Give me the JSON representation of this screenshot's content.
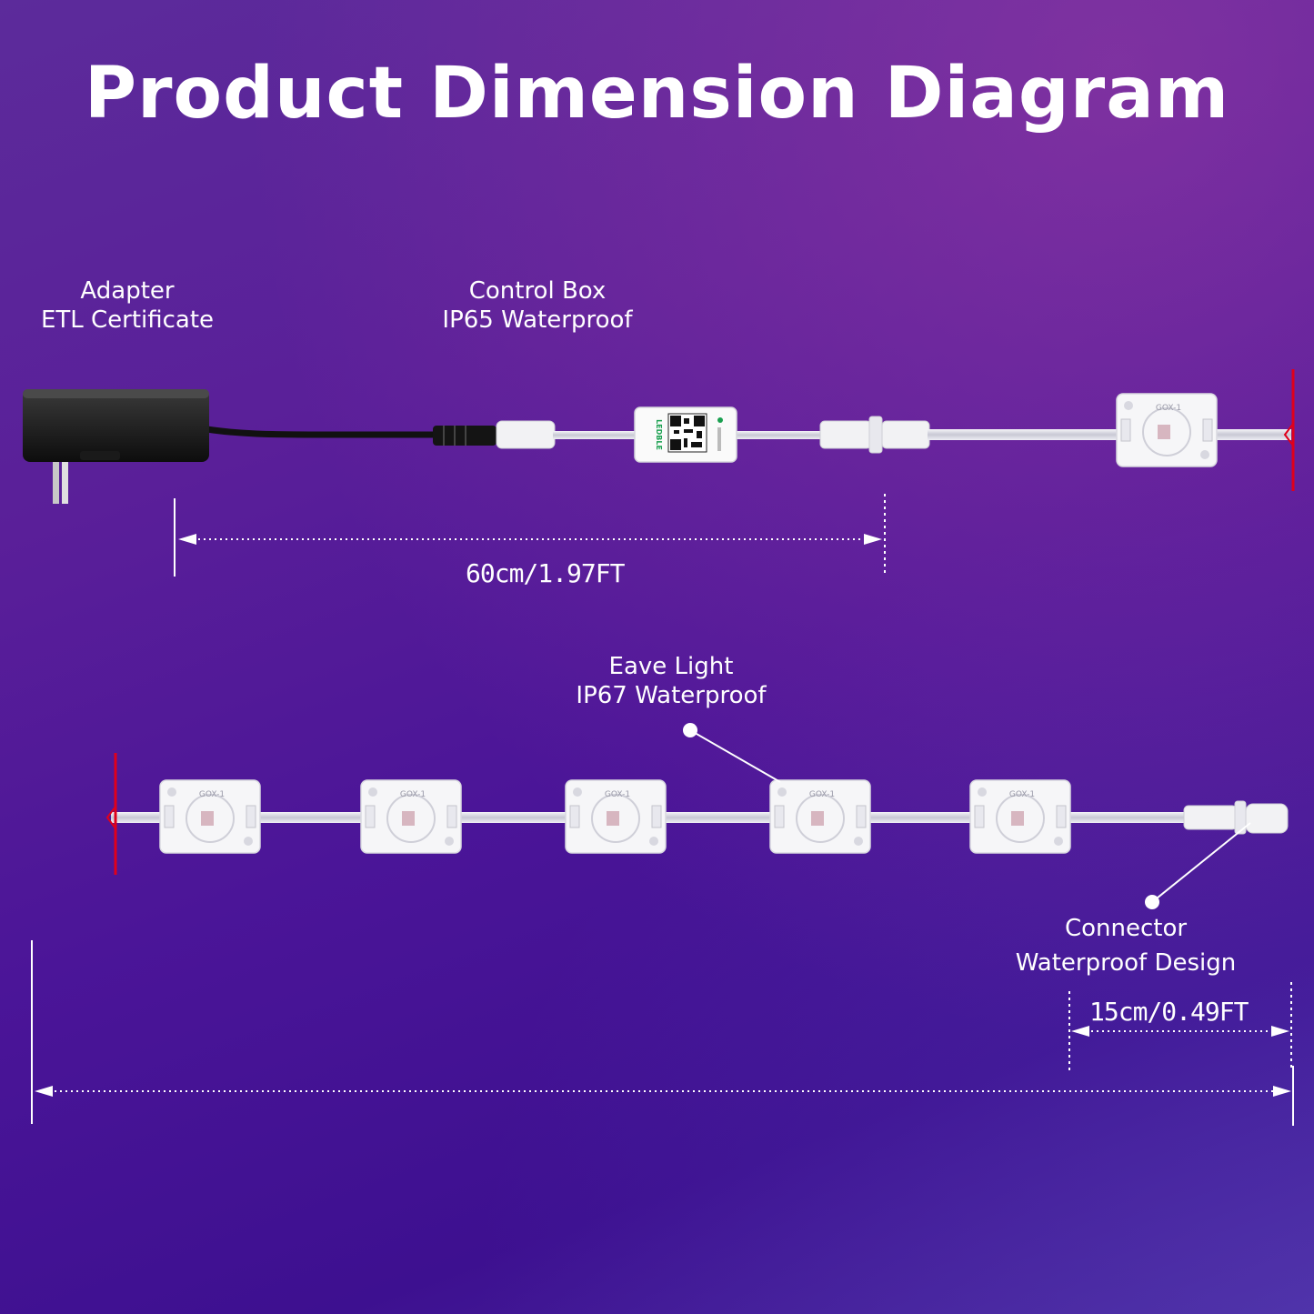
{
  "title": "Product Dimension Diagram",
  "labels": {
    "adapter": {
      "line1": "Adapter",
      "line2": "ETL Certificate"
    },
    "control_box": {
      "line1": "Control Box",
      "line2": "IP65 Waterproof"
    },
    "eave_light": {
      "line1": "Eave Light",
      "line2": "IP67 Waterproof"
    },
    "connector": {
      "line1": "Connector",
      "line2": "Waterproof Design"
    }
  },
  "dimensions": {
    "cable_length": "60cm/1.97FT",
    "connector_length": "15cm/0.49FT"
  },
  "product_marks": {
    "control_box_brand": "LEDBLE",
    "light_model": "GOX-1"
  },
  "colors": {
    "background_top": "#5c2b9b",
    "background_bottom": "#3d1090",
    "cut_mark": "#e0001b",
    "text": "#ffffff"
  },
  "icons": [
    "power-adapter-icon",
    "control-box-icon",
    "qr-code-icon",
    "eave-light-icon",
    "connector-icon"
  ]
}
